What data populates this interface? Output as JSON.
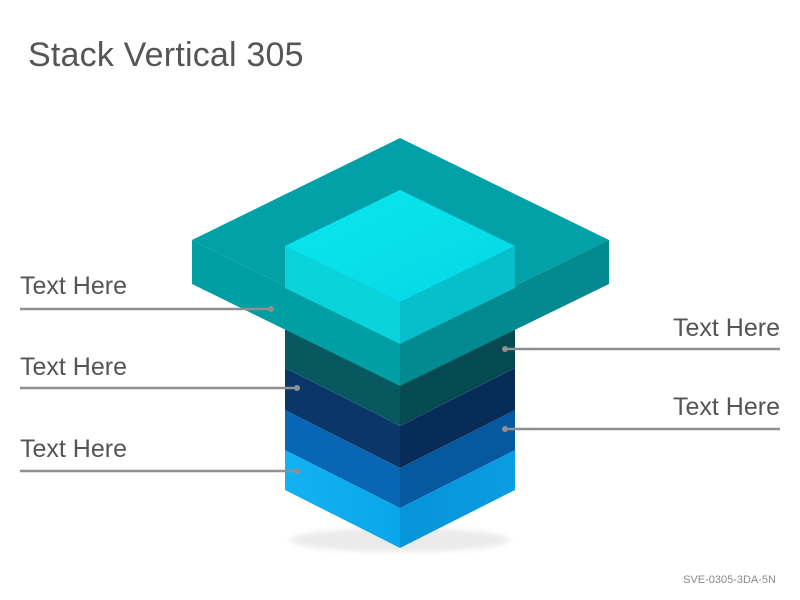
{
  "title": "Stack Vertical 305",
  "labels": {
    "left": [
      "Text Here",
      "Text Here",
      "Text Here"
    ],
    "right": [
      "Text Here",
      "Text Here"
    ]
  },
  "footer": "SVE-0305-3DA-5N",
  "colors": {
    "teal_top": "#01A0A6",
    "teal_left": "#019CA1",
    "teal_right": "#02878D",
    "cyan_top": "#06DFE8",
    "cyan_left": "#0AD2DB",
    "cyan_right": "#08BECA",
    "dark_teal": "#05575E",
    "navy": "#0A3468",
    "blue": "#0764B3",
    "light_blue": "#0AA6EA",
    "line": "#909090"
  }
}
